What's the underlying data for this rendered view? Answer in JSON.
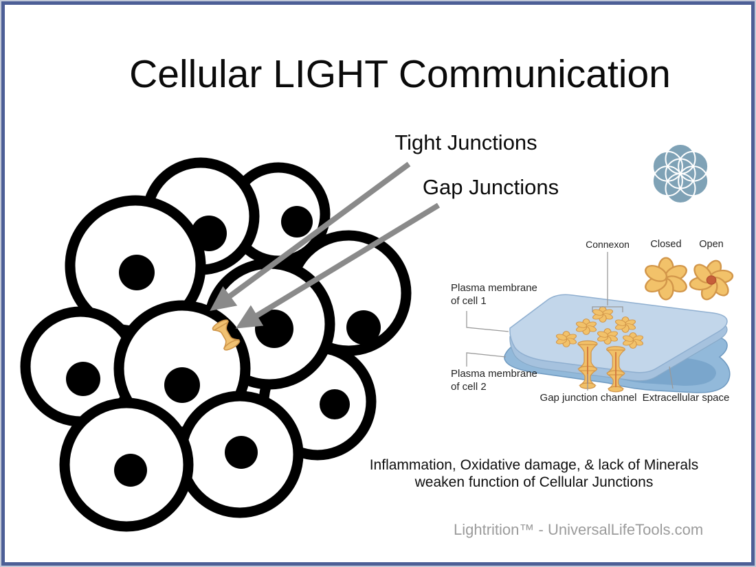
{
  "page": {
    "title": "Cellular LIGHT Communication"
  },
  "annotations": {
    "tight_junctions": "Tight Junctions",
    "gap_junctions": "Gap Junctions"
  },
  "junction_diagram": {
    "connexon_label": "Connexon",
    "closed_label": "Closed",
    "open_label": "Open",
    "plasma_membrane_1": "Plasma membrane of cell 1",
    "plasma_membrane_2": "Plasma membrane of cell 2",
    "gap_junction_channel_label": "Gap junction channel",
    "extracellular_space_label": "Extracellular space"
  },
  "note": {
    "line1": "Inflammation, Oxidative damage, & lack of Minerals",
    "line2": "weaken function of Cellular Junctions"
  },
  "footer": {
    "credit": "Lightrition™ - UniversalLifeTools.com"
  },
  "icons": {
    "seed_of_life": "seed-of-life-icon",
    "tight_junction_arrow": "arrow-icon",
    "gap_junction_arrow": "arrow-icon"
  },
  "colors": {
    "frame_border": "#4d5f96",
    "frame_outer_edge": "#c3cad9",
    "cell_outline": "#000000",
    "arrow_gray": "#8a8a8a",
    "junction_orange_fill": "#f0c172",
    "junction_orange_stroke": "#cf9549",
    "membrane_top_light": "#c2d6ea",
    "membrane_top_edge": "#a6c2de",
    "membrane_bottom": "#92b9da",
    "extracellular_pocket": "#7aa6cc",
    "connexon_fill": "#f2c26a",
    "connexon_stroke": "#d2964a",
    "connexon_open_center": "#c65f3a",
    "seed_of_life_blue": "#7fa2b6",
    "leader_line_gray": "#999999",
    "credit_gray": "#9b9b9b"
  }
}
